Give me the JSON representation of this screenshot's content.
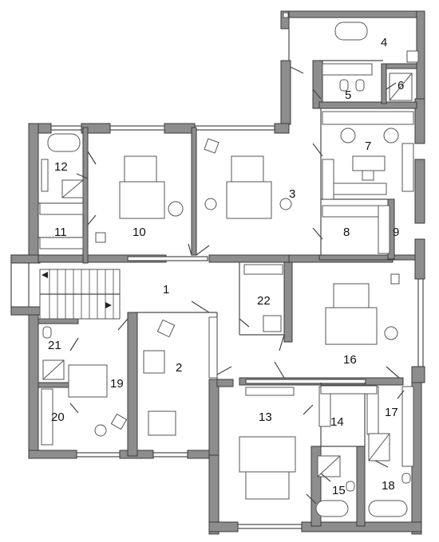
{
  "rooms": [
    {
      "id": "r1",
      "label": "1"
    },
    {
      "id": "r2",
      "label": "2"
    },
    {
      "id": "r3",
      "label": "3"
    },
    {
      "id": "r4",
      "label": "4"
    },
    {
      "id": "r5",
      "label": "5"
    },
    {
      "id": "r6",
      "label": "6"
    },
    {
      "id": "r7",
      "label": "7"
    },
    {
      "id": "r8",
      "label": "8"
    },
    {
      "id": "r9",
      "label": "9"
    },
    {
      "id": "r10",
      "label": "10"
    },
    {
      "id": "r11",
      "label": "11"
    },
    {
      "id": "r12",
      "label": "12"
    },
    {
      "id": "r13",
      "label": "13"
    },
    {
      "id": "r14",
      "label": "14"
    },
    {
      "id": "r15",
      "label": "15"
    },
    {
      "id": "r16",
      "label": "16"
    },
    {
      "id": "r17",
      "label": "17"
    },
    {
      "id": "r18",
      "label": "18"
    },
    {
      "id": "r19",
      "label": "19"
    },
    {
      "id": "r20",
      "label": "20"
    },
    {
      "id": "r21",
      "label": "21"
    },
    {
      "id": "r22",
      "label": "22"
    }
  ],
  "colors": {
    "wall": "#8d8d8d",
    "line": "#4a4a4a",
    "background": "#ffffff"
  }
}
